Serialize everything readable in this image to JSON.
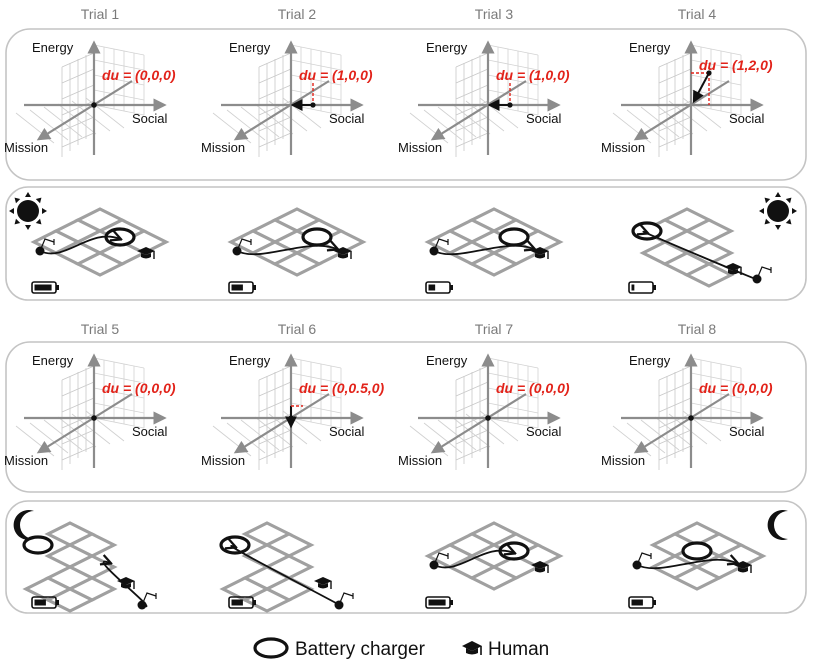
{
  "trials": [
    {
      "title": "Trial 1",
      "du": "du = (0,0,0)",
      "vec": [
        0,
        0,
        0
      ],
      "env": "sun",
      "battery": 0.9,
      "charger_visited": true,
      "grid": "A"
    },
    {
      "title": "Trial 2",
      "du": "du = (1,0,0)",
      "vec": [
        1,
        0,
        0
      ],
      "env": "none",
      "battery": 0.6,
      "charger_visited": false,
      "grid": "A"
    },
    {
      "title": "Trial 3",
      "du": "du = (1,0,0)",
      "vec": [
        1,
        0,
        0
      ],
      "env": "none",
      "battery": 0.35,
      "charger_visited": false,
      "grid": "A"
    },
    {
      "title": "Trial 4",
      "du": "du = (1,2,0)",
      "vec": [
        1,
        2,
        0
      ],
      "env": "sun",
      "battery": 0.15,
      "charger_visited": true,
      "grid": "B"
    },
    {
      "title": "Trial 5",
      "du": "du = (0,0,0)",
      "vec": [
        0,
        0,
        0
      ],
      "env": "moon",
      "battery": 0.6,
      "charger_visited": false,
      "grid": "C"
    },
    {
      "title": "Trial 6",
      "du": "du = (0,0.5,0)",
      "vec": [
        0,
        -0.5,
        0
      ],
      "env": "none",
      "battery": 0.6,
      "charger_visited": true,
      "grid": "C"
    },
    {
      "title": "Trial 7",
      "du": "du = (0,0,0)",
      "vec": [
        0,
        0,
        0
      ],
      "env": "none",
      "battery": 0.9,
      "charger_visited": true,
      "grid": "A"
    },
    {
      "title": "Trial 8",
      "du": "du = (0,0,0)",
      "vec": [
        0,
        0,
        0
      ],
      "env": "moon",
      "battery": 0.6,
      "charger_visited": false,
      "grid": "D"
    }
  ],
  "axes": {
    "energy": "Energy",
    "social": "Social",
    "mission": "Mission"
  },
  "legend": {
    "charger": "Battery charger",
    "human": "Human"
  },
  "colors": {
    "du_red": "#e2231a",
    "axis_gray": "#8c8c8c",
    "grid_gray": "#a0a0a0",
    "panel_border": "#c4c4c4"
  }
}
